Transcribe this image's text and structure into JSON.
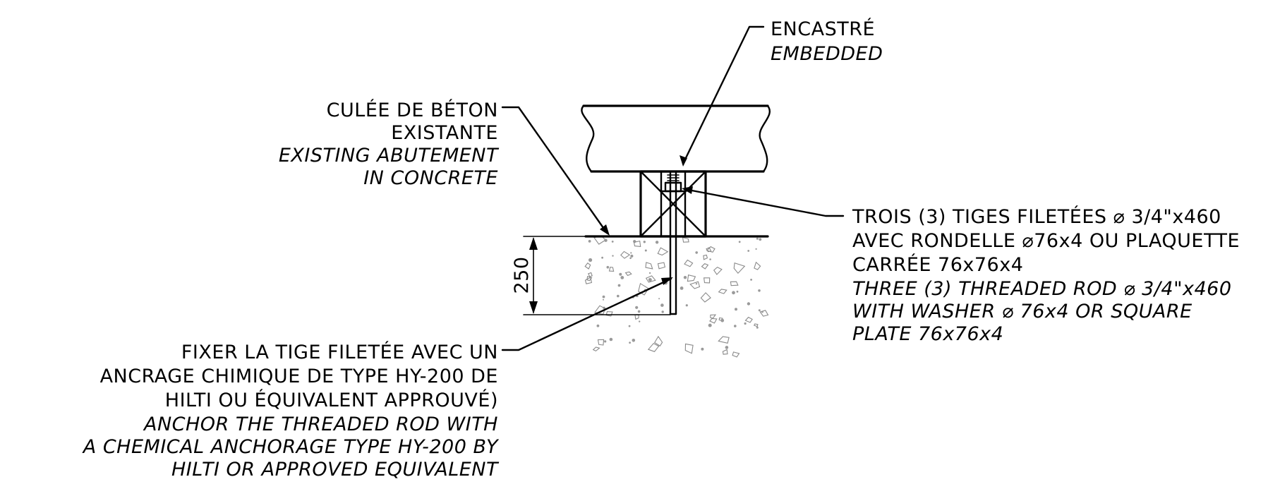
{
  "dimension": {
    "value": "250"
  },
  "labels": {
    "embedded": {
      "fr": [
        "ENCASTRÉ"
      ],
      "en": [
        "EMBEDDED"
      ]
    },
    "abutment": {
      "fr": [
        "CULÉE DE BÉTON",
        "EXISTANTE"
      ],
      "en": [
        "EXISTING ABUTEMENT",
        "IN CONCRETE"
      ]
    },
    "rods": {
      "fr": [
        "TROIS (3) TIGES FILETÉES ⌀ 3/4\"x460",
        "AVEC RONDELLE ⌀76x4 OU PLAQUETTE",
        "CARRÉE 76x76x4"
      ],
      "en": [
        "THREE (3) THREADED ROD ⌀ 3/4\"x460",
        "WITH WASHER ⌀ 76x4 OR SQUARE",
        "PLATE 76x76x4"
      ]
    },
    "anchor": {
      "fr": [
        "FIXER LA TIGE FILETÉE AVEC UN",
        "ANCRAGE CHIMIQUE DE TYPE HY-200 DE",
        "HILTI OU ÉQUIVALENT APPROUVÉ)"
      ],
      "en": [
        "ANCHOR THE THREADED ROD WITH",
        "A CHEMICAL ANCHORAGE TYPE HY-200 BY",
        "HILTI OR APPROVED EQUIVALENT"
      ]
    }
  },
  "colors": {
    "line": "#000000",
    "hatch": "#8a8a8a"
  }
}
